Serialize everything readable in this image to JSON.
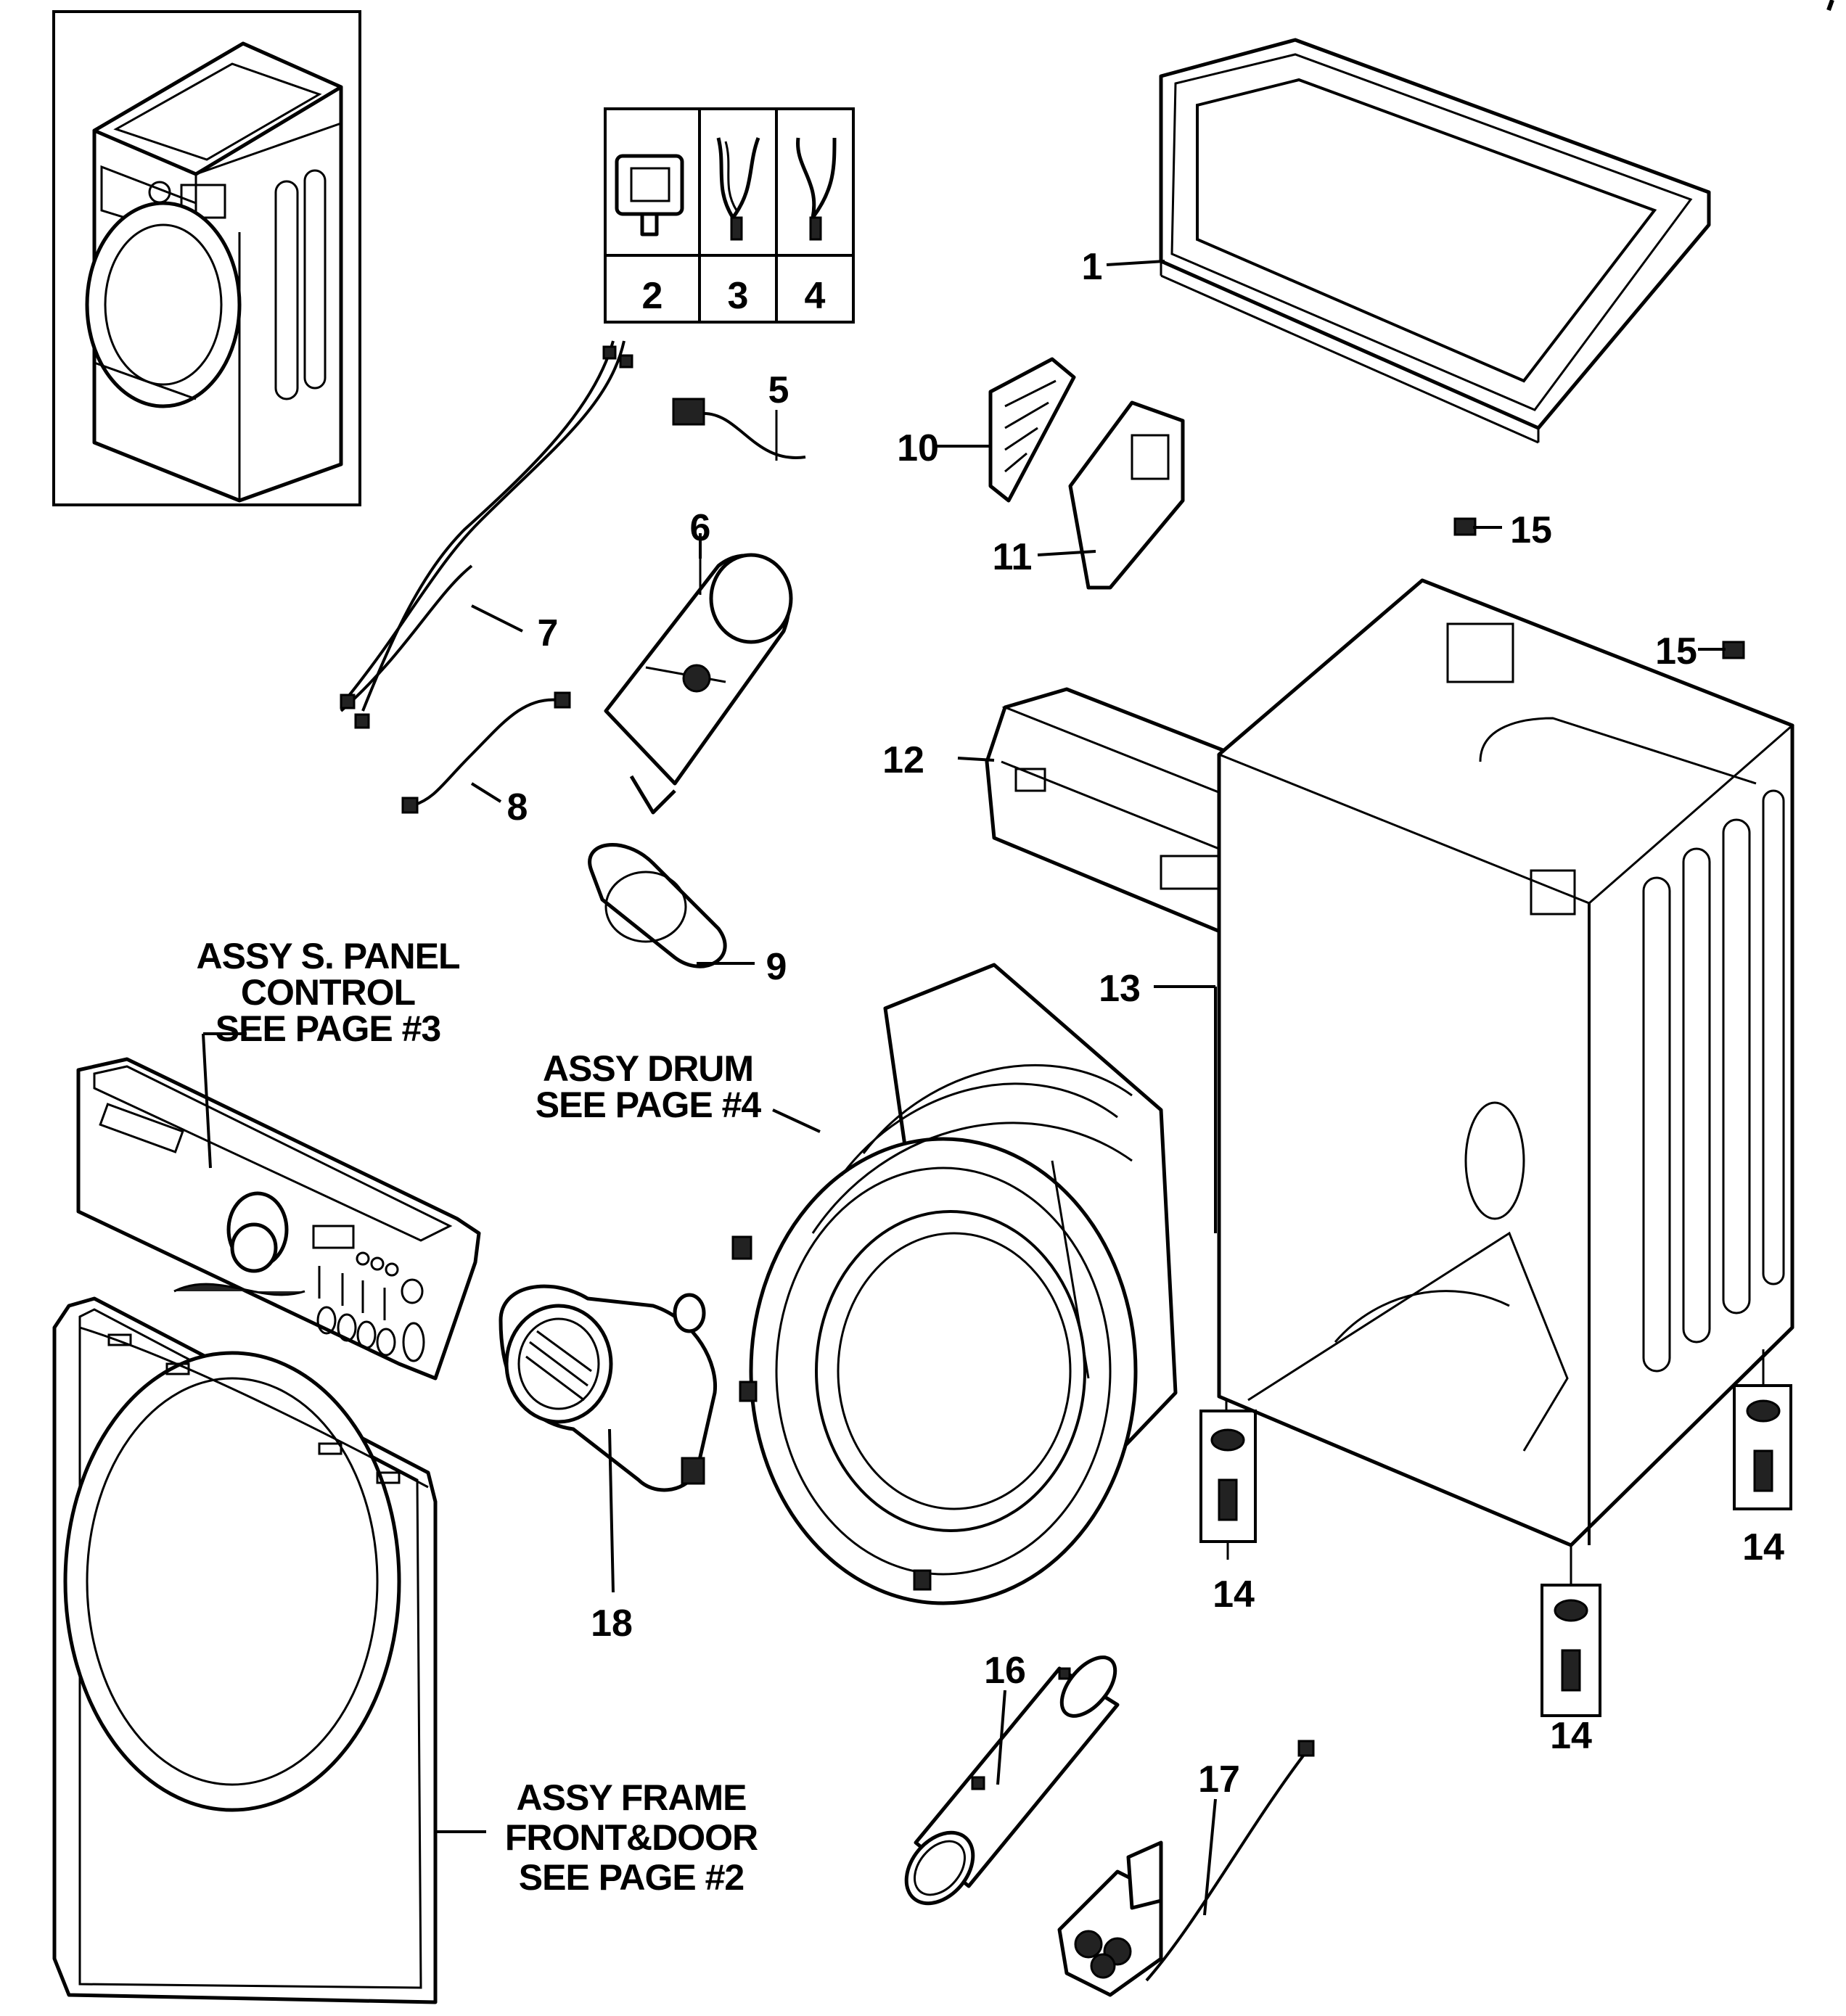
{
  "kit_callouts": [
    "2",
    "3",
    "4"
  ],
  "callouts": {
    "c1": "1",
    "c5": "5",
    "c6": "6",
    "c7": "7",
    "c8": "8",
    "c9": "9",
    "c10": "10",
    "c11": "11",
    "c12": "12",
    "c13": "13",
    "c14a": "14",
    "c14b": "14",
    "c14c": "14",
    "c15a": "15",
    "c15b": "15",
    "c16": "16",
    "c17": "17",
    "c18": "18"
  },
  "assemblies": {
    "panel": [
      "ASSY S. PANEL",
      "CONTROL",
      "SEE PAGE #3"
    ],
    "drum": [
      "ASSY DRUM",
      "SEE PAGE #4"
    ],
    "frame": [
      "ASSY FRAME",
      "FRONT&DOOR",
      "SEE PAGE #2"
    ]
  }
}
